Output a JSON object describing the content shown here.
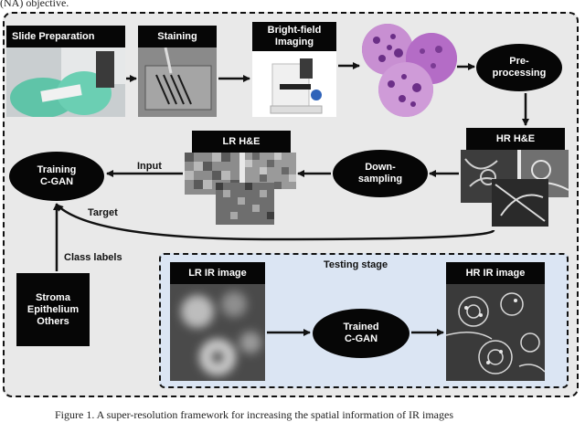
{
  "captions": {
    "top": "(NA) objective.",
    "bottom": "Figure 1. A super-resolution framework for increasing the spatial information of IR images"
  },
  "workflow": {
    "slide_preparation": "Slide Preparation",
    "staining": "Staining",
    "bright_field_line1": "Bright-field",
    "bright_field_line2": "Imaging",
    "preprocessing_line1": "Pre-",
    "preprocessing_line2": "processing",
    "hr_he": "HR H&E",
    "downsampling_line1": "Down-",
    "downsampling_line2": "sampling",
    "lr_he": "LR H&E",
    "training_line1": "Training",
    "training_line2": "C-GAN",
    "input_label": "Input",
    "target_label": "Target",
    "class_labels": "Class labels",
    "classes": [
      "Stroma",
      "Epithelium",
      "Others"
    ]
  },
  "testing": {
    "title": "Testing stage",
    "lr_ir": "LR IR image",
    "hr_ir": "HR IR image",
    "trained_line1": "Trained",
    "trained_line2": "C-GAN"
  },
  "colors": {
    "frame_bg": "#e9e9e9",
    "testing_bg": "#dbe5f3",
    "dark": "#060606",
    "tissue_purple": "#b06cc0"
  }
}
